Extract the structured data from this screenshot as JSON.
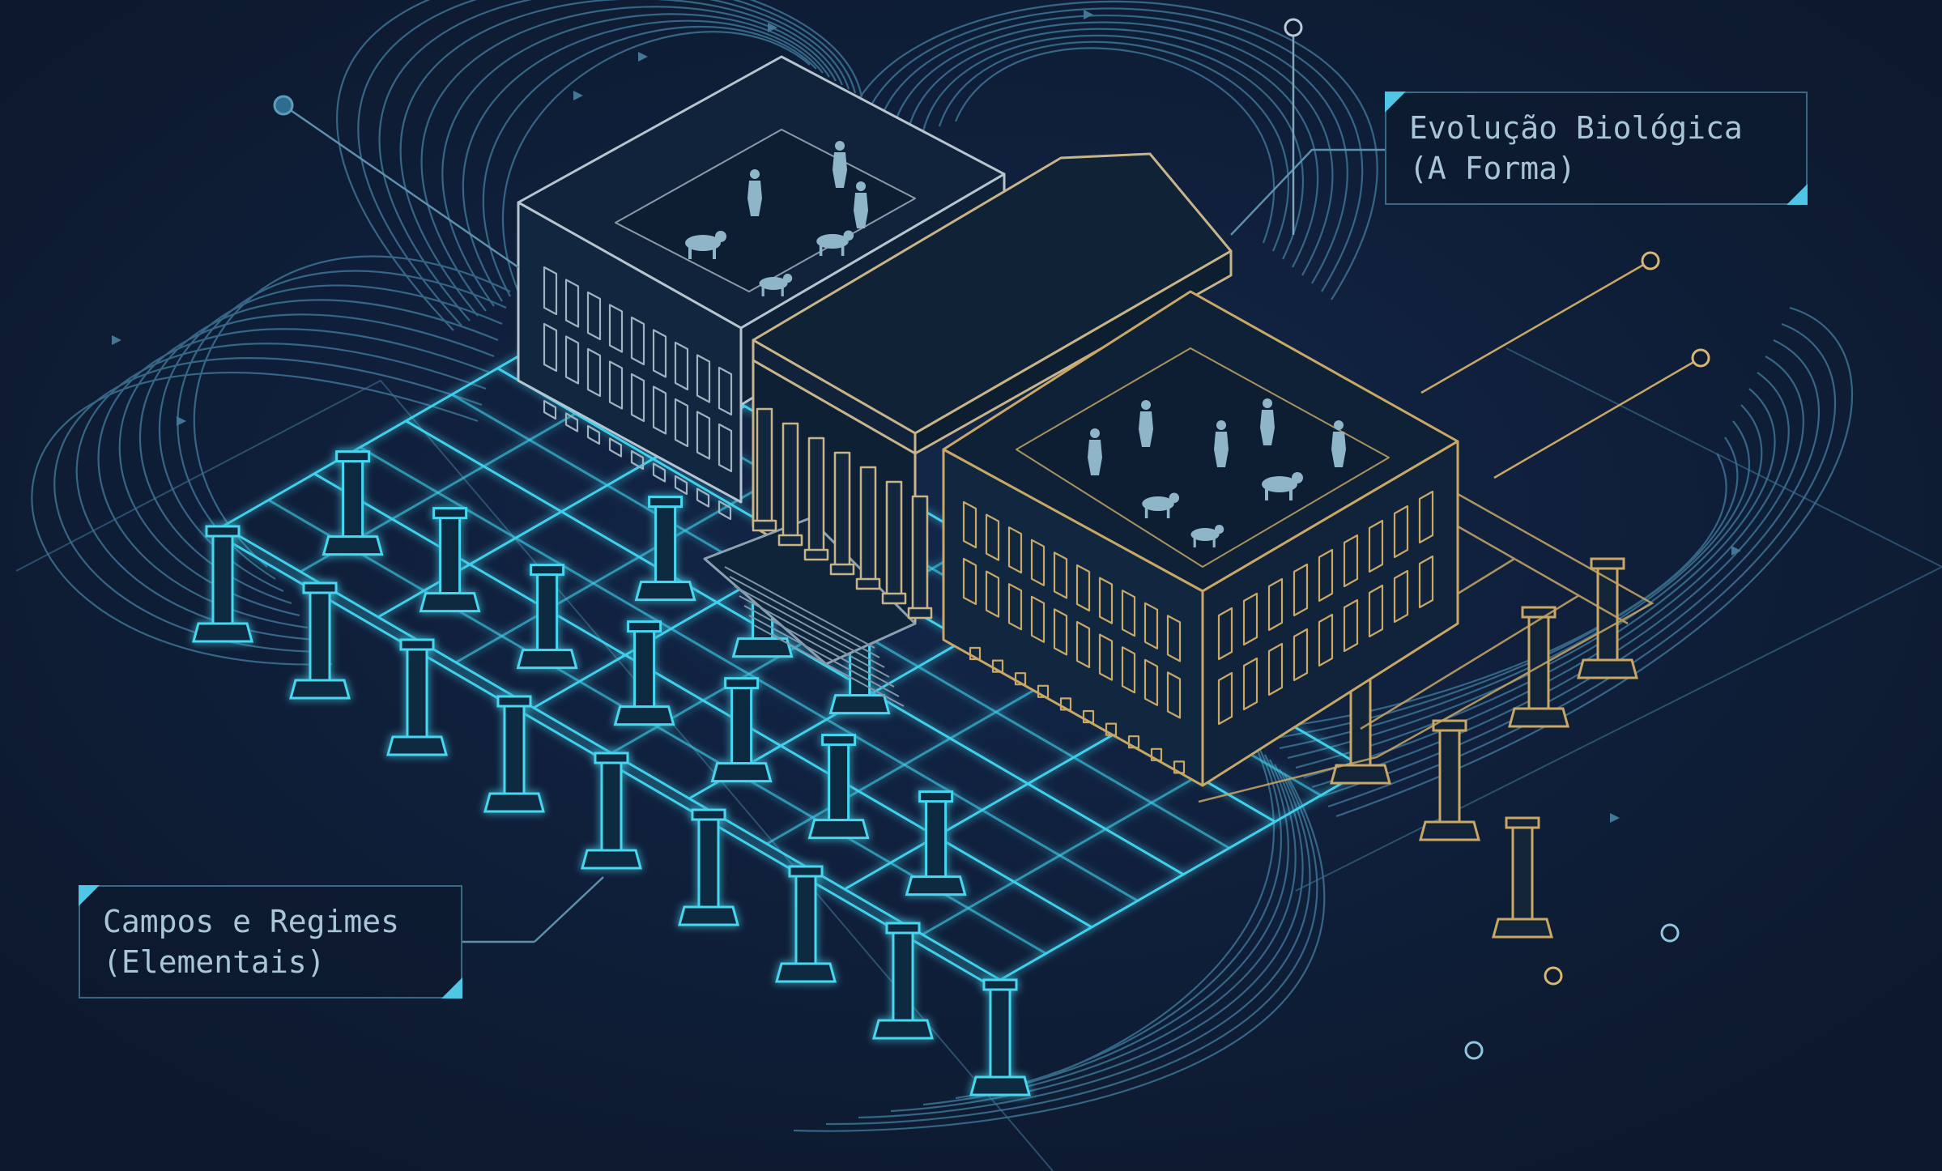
{
  "labels": {
    "evolucao": {
      "line1": "Evolução Biológica",
      "line2": "(A Forma)"
    },
    "campos": {
      "line1": "Campos e Regimes",
      "line2": "(Elementais)"
    }
  },
  "colors": {
    "background": "#0e1b31",
    "cyan_glow": "#3fd0ec",
    "gold_line": "#c9a866",
    "field_line": "#3c7393",
    "label_text": "#a9c5d6"
  },
  "icons": [
    "node-marker-icon",
    "arrow-icon"
  ]
}
